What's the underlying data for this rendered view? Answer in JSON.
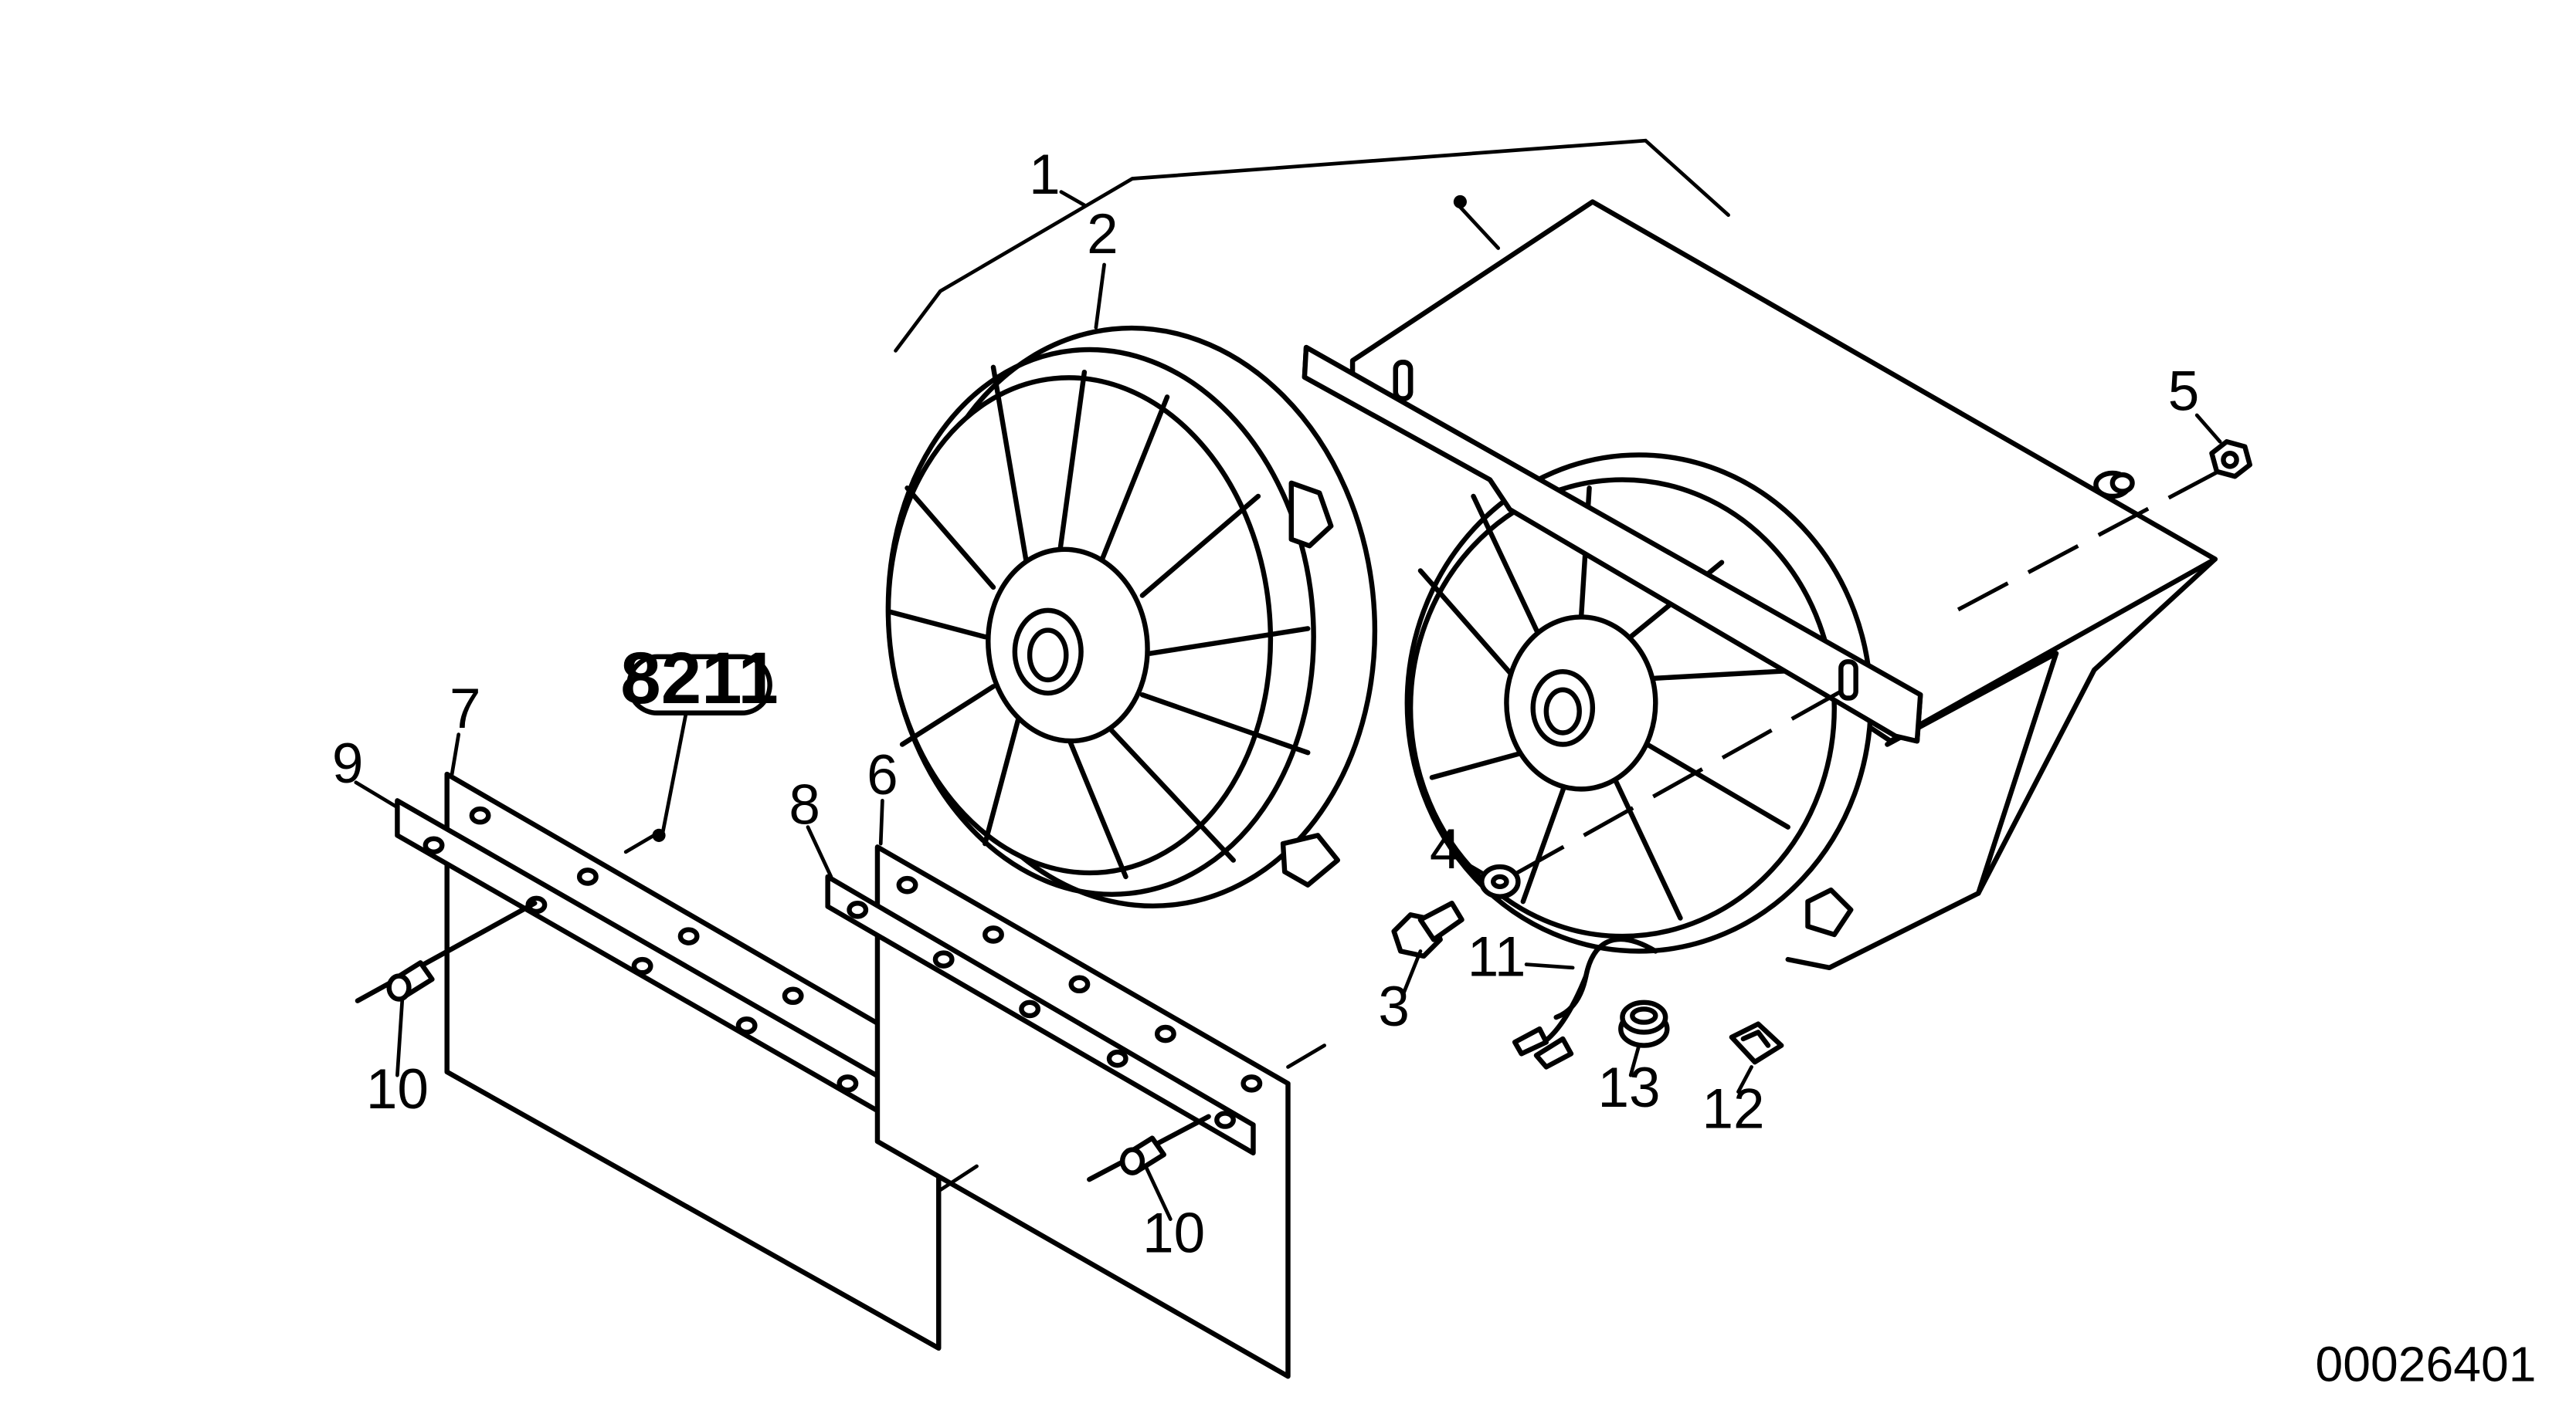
{
  "diagram": {
    "reference_label": "8211",
    "drawing_number": "00026401",
    "callouts": {
      "c1": "1",
      "c2": "2",
      "c3": "3",
      "c4": "4",
      "c5": "5",
      "c6": "6",
      "c7": "7",
      "c8": "8",
      "c9": "9",
      "c10a": "10",
      "c10b": "10",
      "c11": "11",
      "c12": "12",
      "c13": "13"
    }
  }
}
